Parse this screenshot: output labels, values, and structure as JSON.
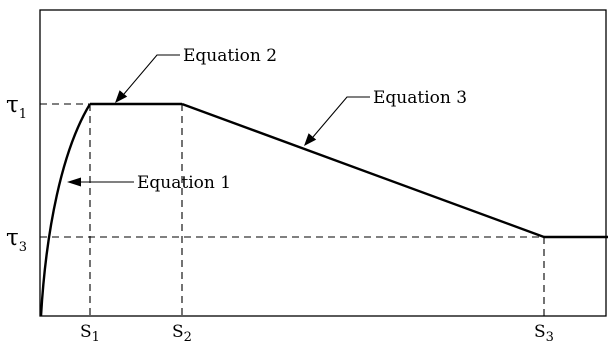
{
  "diagram": {
    "y_axis_labels": [
      {
        "greek": "τ",
        "sub": "1"
      },
      {
        "greek": "τ",
        "sub": "3"
      }
    ],
    "x_axis_labels": [
      {
        "main": "S",
        "sub": "1"
      },
      {
        "main": "S",
        "sub": "2"
      },
      {
        "main": "S",
        "sub": "3"
      }
    ],
    "annotations": {
      "equation1": "Equation 1",
      "equation2": "Equation 2",
      "equation3": "Equation 3"
    }
  }
}
